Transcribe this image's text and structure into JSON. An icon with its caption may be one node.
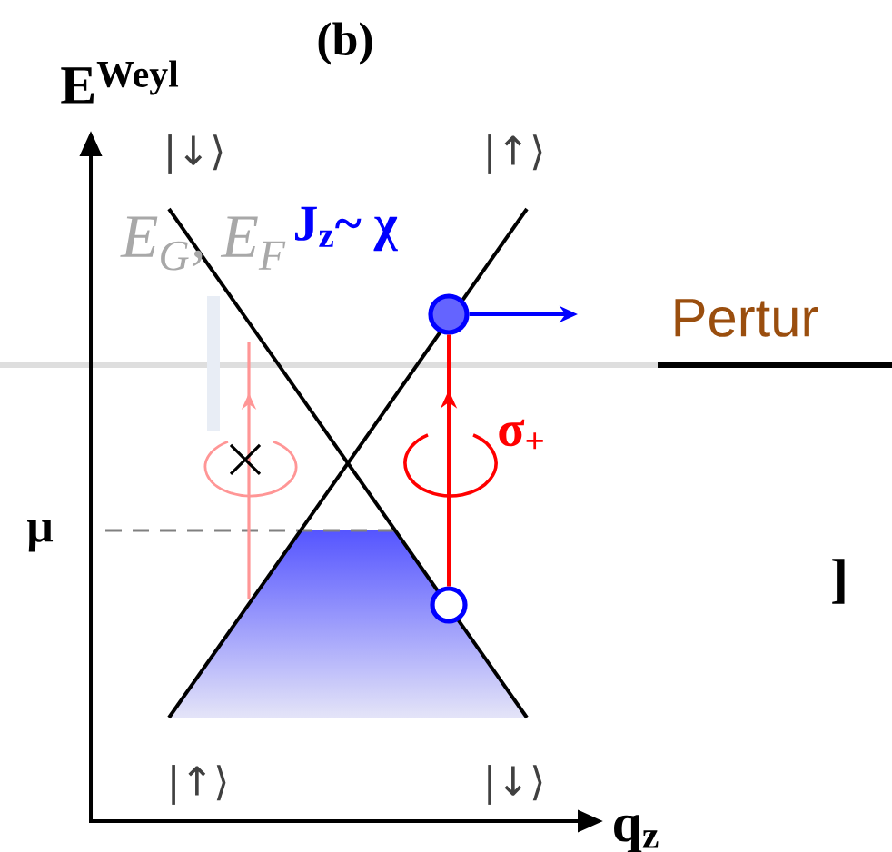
{
  "diagram": {
    "nodes": [
      {
        "text": [],
        "shape": "circle"
      },
      {
        "text": [],
        "shape": "circle"
      }
    ],
    "edges": [
      {
        "from": 1,
        "to": 0,
        "arrow": "to",
        "color": "#ff0000"
      },
      {
        "from": 0,
        "to": null,
        "arrow": "to",
        "color": "#0000ff"
      }
    ],
    "labels": [
      "(b)",
      "E$^{Weyl}$",
      "E$_{G}$, E$_{F}$",
      "|↓⟩",
      "|↑⟩",
      "J$_{z}$~ χ",
      "Pertur",
      "σ$_{+}$",
      "μ",
      "]",
      "|↑⟩",
      "|↓⟩",
      "q$_{z}$"
    ]
  }
}
